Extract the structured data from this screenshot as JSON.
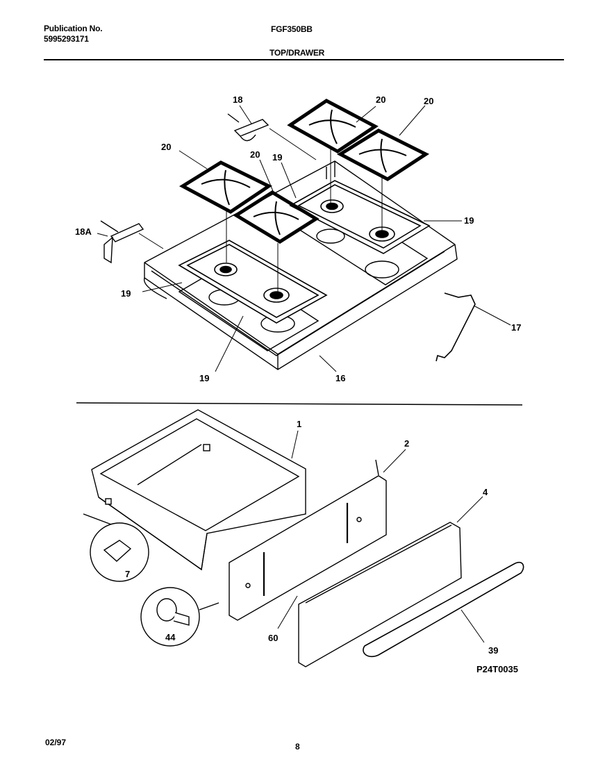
{
  "header": {
    "publication_label": "Publication No.",
    "publication_number": "5995293171",
    "model": "FGF350BB",
    "section": "TOP/DRAWER"
  },
  "callouts": {
    "c16": "16",
    "c17": "17",
    "c18": "18",
    "c18a": "18A",
    "c19a": "19",
    "c19b": "19",
    "c19c": "19",
    "c19d": "19",
    "c20a": "20",
    "c20b": "20",
    "c20c": "20",
    "c20d": "20",
    "c1": "1",
    "c2": "2",
    "c4": "4",
    "c7": "7",
    "c39": "39",
    "c44": "44",
    "c60": "60"
  },
  "figure_code": "P24T0035",
  "footer": {
    "date": "02/97",
    "page": "8"
  }
}
